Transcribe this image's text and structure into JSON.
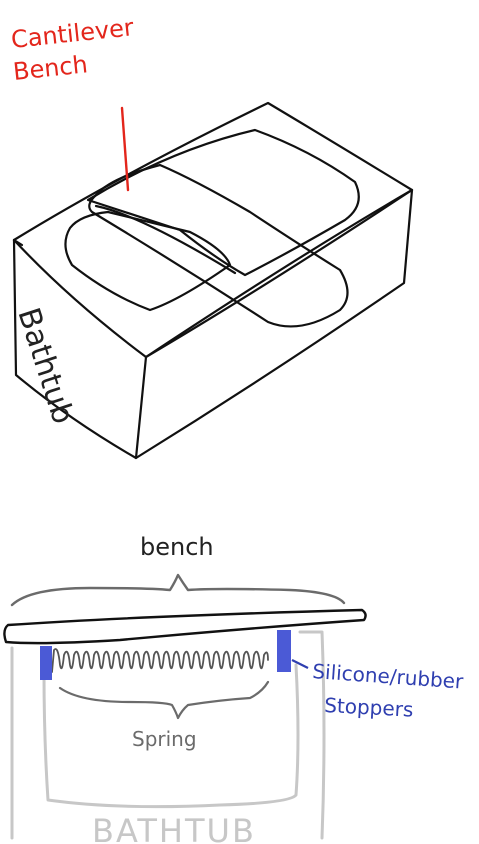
{
  "labels": {
    "cantilever_line1": "Cantilever",
    "cantilever_line2": "Bench",
    "tub_side_text": "Bathtub",
    "bench": "bench",
    "spring": "Spring",
    "stoppers_line1": "Silicone/rubber",
    "stoppers_line2": "Stoppers",
    "tub_bottom_text": "BATHTUB"
  },
  "colors": {
    "ink": "#111111",
    "annotation_red": "#e3261c",
    "stopper_blue": "#4b5ad6",
    "annotation_blue": "#2f3fb0",
    "bench_gray": "#6b6b6b",
    "tub_gray": "#c7c7c7"
  }
}
